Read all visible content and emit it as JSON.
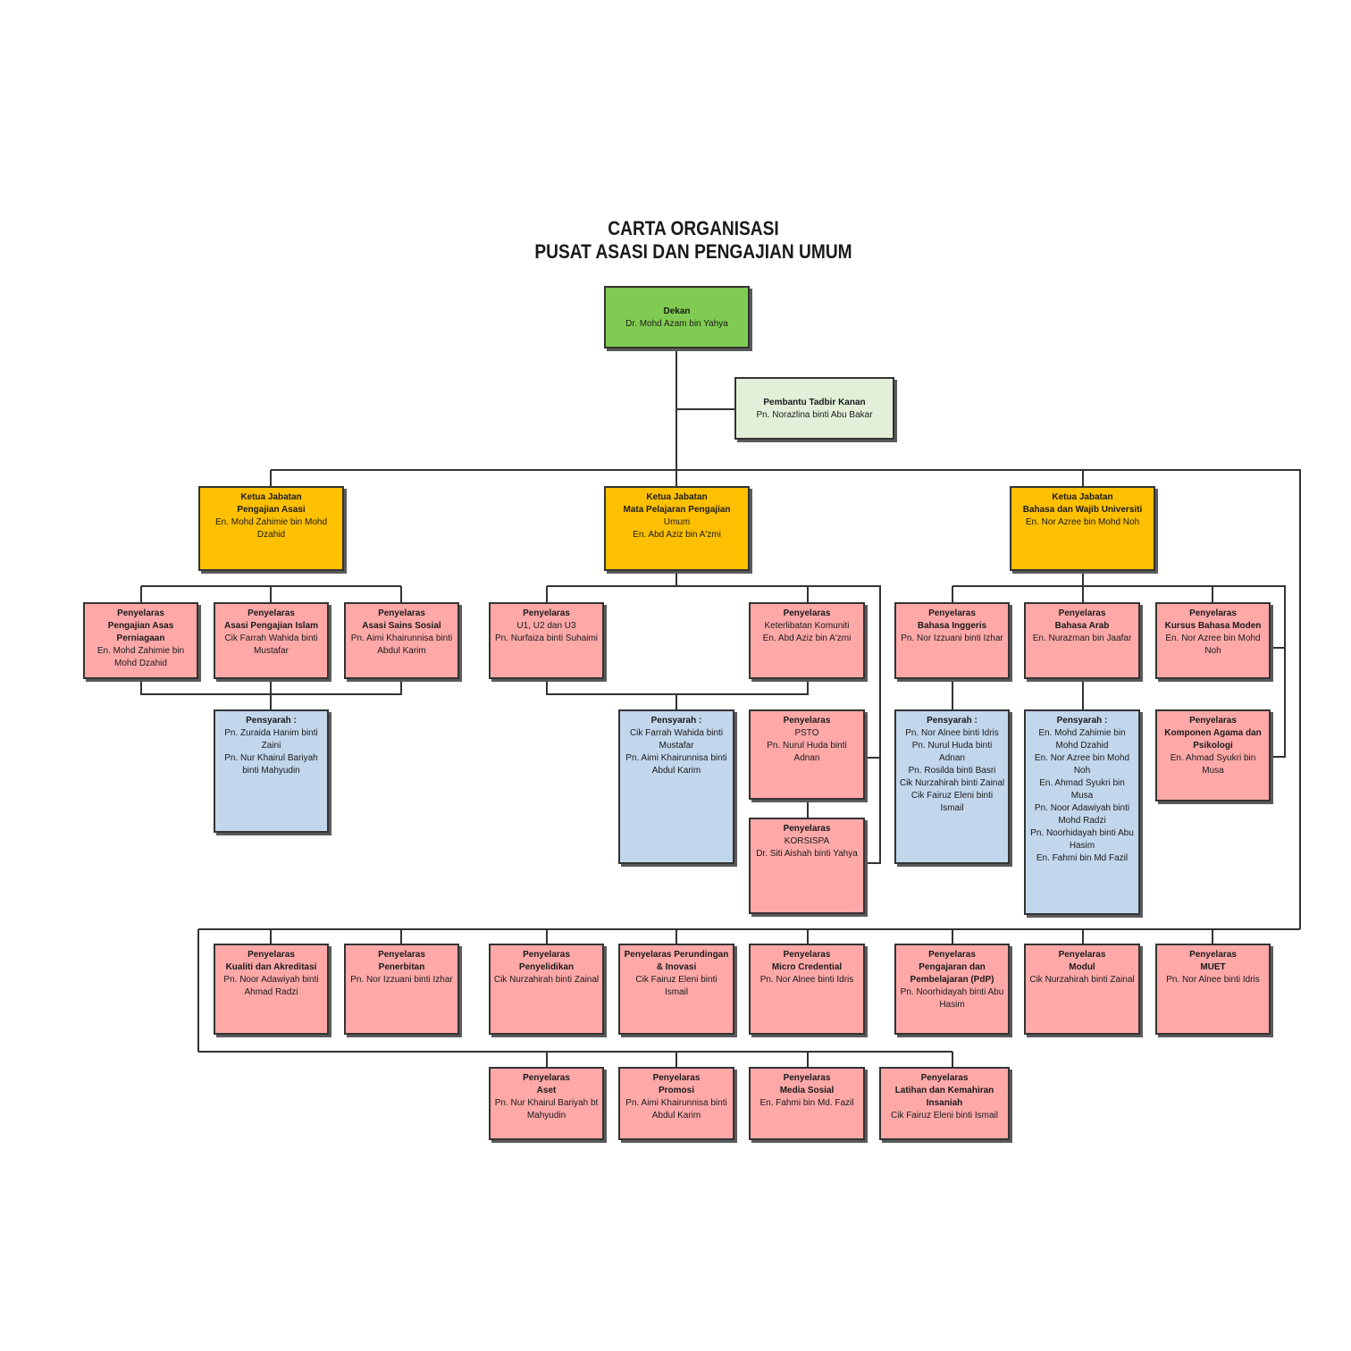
{
  "title": {
    "line1": "CARTA ORGANISASI",
    "line2": "PUSAT ASASI DAN PENGAJIAN UMUM"
  },
  "colors": {
    "dekan": "#80cc52",
    "admin": "#e3efd9",
    "ketua_jabatan": "#fec000",
    "penyelaras": "#fea8a8",
    "penyarah": "#c2d6ec",
    "line": "#333333"
  },
  "nodes": {
    "dekan": {
      "role": "Dekan",
      "names": [
        "Dr. Mohd Azam bin Yahya"
      ]
    },
    "pembantu": {
      "role": "Pembantu Tadbir Kanan",
      "names": [
        "Pn. Norazlina binti Abu Bakar"
      ]
    },
    "kj_asasi": {
      "role": "Ketua Jabatan",
      "unit": "Pengajian Asasi",
      "names": [
        "En. Mohd Zahimie bin Mohd Dzahid"
      ]
    },
    "kj_mpu": {
      "role": "Ketua Jabatan",
      "unit": "Mata Pelajaran Pengajian",
      "names": [
        "Umum",
        "En. Abd Aziz bin A'zmi"
      ]
    },
    "kj_bahasa": {
      "role": "Ketua Jabatan",
      "unit": "Bahasa dan Wajib Universiti",
      "names": [
        "En. Nor Azree bin  Mohd Noh"
      ]
    },
    "p_perniagaan": {
      "role": "Penyelaras",
      "unit": "Pengajian Asas Perniagaan",
      "names": [
        "En. Mohd Zahimie bin Mohd Dzahid"
      ]
    },
    "p_islam": {
      "role": "Penyelaras",
      "unit": "Asasi Pengajian Islam",
      "names": [
        "Cik Farrah Wahida binti Mustafar"
      ]
    },
    "p_sains": {
      "role": "Penyelaras",
      "unit": "Asasi Sains Sosial",
      "names": [
        "Pn. Aimi Khairunnisa binti Abdul Karim"
      ]
    },
    "r_asasi": {
      "role": "Pensyarah :",
      "names": [
        "Pn. Zuraida Hanim binti Zaini",
        "Pn. Nur Khairul Bariyah binti Mahyudin"
      ]
    },
    "p_u1": {
      "role": "Penyelaras",
      "names": [
        "U1, U2 dan U3",
        "Pn. Nurfaiza binti Suhaimi"
      ]
    },
    "p_ketrampilan": {
      "role": "Penyelaras",
      "names": [
        "Keterlibatan Komuniti",
        "En. Abd Aziz bin A'zmi"
      ]
    },
    "r_mpu": {
      "role": "Pensyarah :",
      "names": [
        "Cik Farrah Wahida binti Mustafar",
        "Pn. Aimi Khairunnisa binti Abdul Karim"
      ]
    },
    "p_psto": {
      "role": "Penyelaras",
      "names": [
        "PSTO",
        "Pn. Nurul Huda binti Adnan"
      ]
    },
    "p_korsispa": {
      "role": "Penyelaras",
      "names": [
        "KORSISPA",
        "Dr. Siti Aishah binti Yahya"
      ]
    },
    "p_inggeris": {
      "role": "Penyelaras",
      "unit": "Bahasa Inggeris",
      "names": [
        "Pn. Nor Izzuani binti Izhar"
      ]
    },
    "p_arab": {
      "role": "Penyelaras",
      "unit": "Bahasa Arab",
      "names": [
        "En. Nurazman bin Jaafar"
      ]
    },
    "p_moden": {
      "role": "Penyelaras",
      "unit": "Kursus Bahasa Moden",
      "names": [
        "En. Nor Azree bin Mohd Noh"
      ]
    },
    "r_inggeris": {
      "role": "Pensyarah :",
      "names": [
        "Pn. Nor Alnee binti Idris",
        "Pn. Nurul Huda binti Adnan",
        "Pn. Rosilda binti Basri",
        "Cik Nurzahirah binti Zainal",
        "Cik Fairuz Eleni binti Ismail"
      ]
    },
    "r_arab": {
      "role": "Pensyarah :",
      "names": [
        "En. Mohd Zahimie bin Mohd Dzahid",
        "En. Nor Azree bin Mohd Noh",
        "En. Ahmad Syukri bin Musa",
        "Pn. Noor Adawiyah binti Mohd Radzi",
        "Pn. Noorhidayah binti Abu Hasim",
        "En. Fahmi bin Md Fazil"
      ]
    },
    "p_agama": {
      "role": "Penyelaras",
      "unit": "Komponen Agama dan Psikologi",
      "names": [
        "En. Ahmad Syukri bin Musa"
      ]
    },
    "p_kualiti": {
      "role": "Penyelaras",
      "unit": "Kualiti dan Akreditasi",
      "names": [
        "Pn. Noor Adawiyah binti Ahmad Radzi"
      ]
    },
    "p_penerbitan": {
      "role": "Penyelaras",
      "unit": "Penerbitan",
      "names": [
        "Pn. Nor Izzuani binti Izhar"
      ]
    },
    "p_penyelidikan": {
      "role": "Penyelaras",
      "unit": "Penyelidikan",
      "names": [
        "Cik Nurzahirah binti Zainal"
      ]
    },
    "p_perundingan": {
      "role": "Penyelaras  Perundingan",
      "unit": "& Inovasi",
      "names": [
        "Cik Fairuz Eleni binti Ismail"
      ]
    },
    "p_micro": {
      "role": "Penyelaras",
      "unit": "Micro Credential",
      "names": [
        "Pn. Nor Alnee binti Idris"
      ]
    },
    "p_pdp": {
      "role": "Penyelaras",
      "unit": "Pengajaran dan Pembelajaran (PdP)",
      "names": [
        "Pn. Noorhidayah binti Abu Hasim"
      ]
    },
    "p_modul": {
      "role": "Penyelaras",
      "unit": "Modul",
      "names": [
        "Cik Nurzahirah binti Zainal"
      ]
    },
    "p_muet": {
      "role": "Penyelaras",
      "unit": "MUET",
      "names": [
        "Pn. Nor Alnee binti Idris"
      ]
    },
    "p_aset": {
      "role": "Penyelaras",
      "unit": "Aset",
      "names": [
        "Pn. Nur Khairul Bariyah bt Mahyudin"
      ]
    },
    "p_promosi": {
      "role": "Penyelaras",
      "unit": "Promosi",
      "names": [
        "Pn. Aimi Khairunnisa binti Abdul Karim"
      ]
    },
    "p_media": {
      "role": "Penyelaras",
      "unit": "Media Sosial",
      "names": [
        "En. Fahmi bin Md. Fazil"
      ]
    },
    "p_latihan": {
      "role": "Penyelaras",
      "unit": "Latihan dan Kemahiran Insaniah",
      "names": [
        "Cik Fairuz Eleni binti Ismail"
      ]
    }
  }
}
